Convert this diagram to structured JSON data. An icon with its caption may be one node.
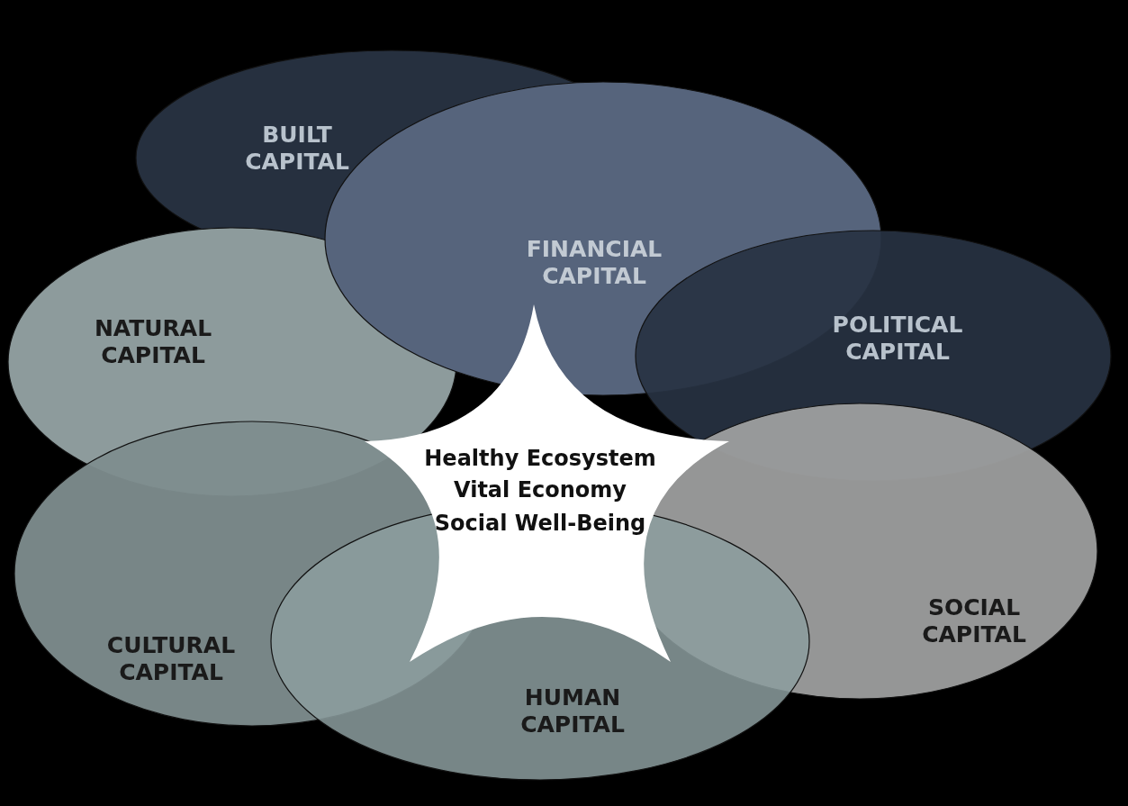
{
  "diagram": {
    "nodes": [
      {
        "text": [
          "BUILT CAPITAL"
        ]
      },
      {
        "text": [
          "FINANCIAL CAPITAL"
        ]
      },
      {
        "text": [
          "NATURAL CAPITAL"
        ]
      },
      {
        "text": [
          "POLITICAL CAPITAL"
        ]
      },
      {
        "text": [
          "Healthy Ecosystem",
          "Vital Economy",
          "Social Well-Being"
        ]
      },
      {
        "text": [
          "SOCIAL CAPITAL"
        ]
      },
      {
        "text": [
          "CULTURAL CAPITAL"
        ]
      },
      {
        "text": [
          "HUMAN CAPITAL"
        ]
      }
    ]
  }
}
